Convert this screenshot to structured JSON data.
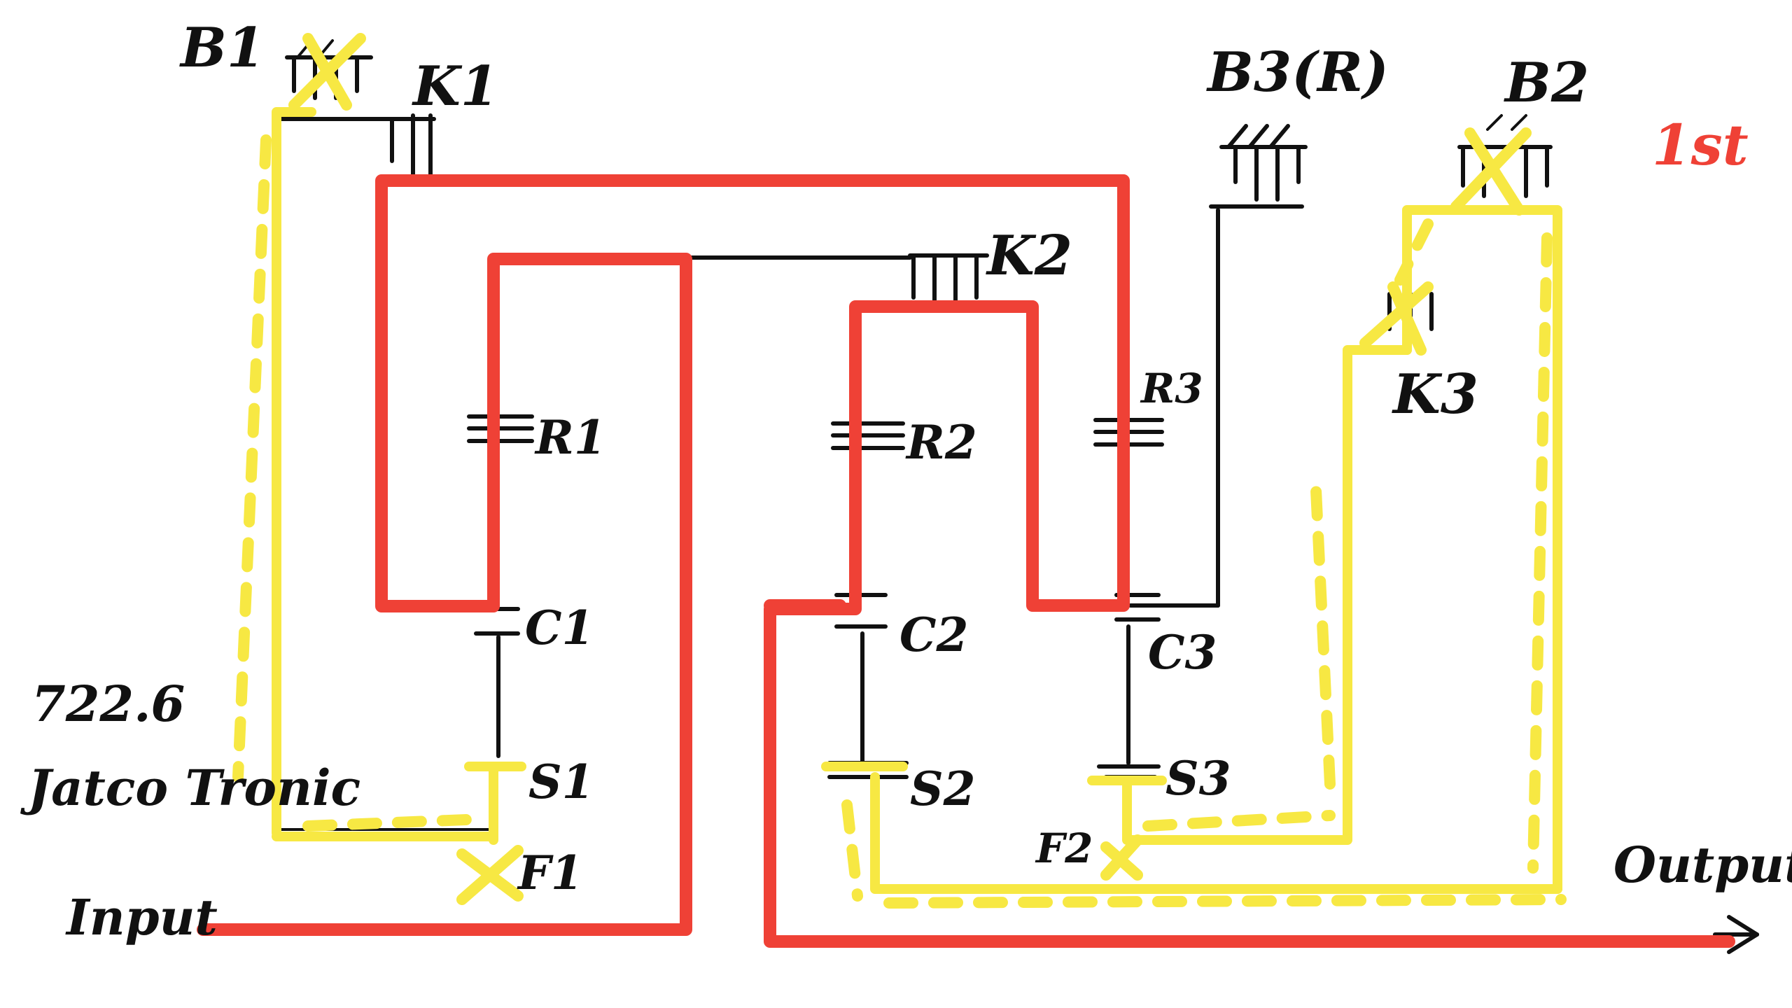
{
  "colors": {
    "power_path": "#ef4136",
    "reaction_path": "#f7e843",
    "structure": "#111111"
  },
  "labels": {
    "b1": "B1",
    "k1": "K1",
    "b3": "B3(R)",
    "b2": "B2",
    "gear": "1st",
    "k2": "K2",
    "k3": "K3",
    "r1": "R1",
    "r2": "R2",
    "r3": "R3",
    "c1": "C1",
    "c2": "C2",
    "c3": "C3",
    "s1": "S1",
    "s2": "S2",
    "s3": "S3",
    "f1": "F1",
    "f2": "F2",
    "model": "722.6",
    "brand": "Jatco Tronic",
    "input": "Input",
    "output": "Output"
  }
}
